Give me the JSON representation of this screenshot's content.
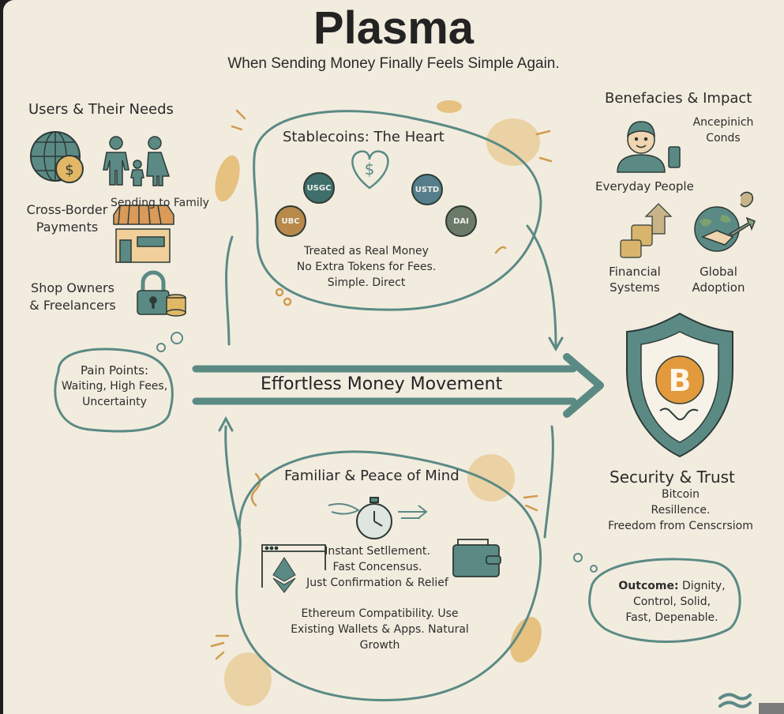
{
  "header": {
    "title": "Plasma",
    "subtitle": "When Sending Money Finally Feels Simple Again."
  },
  "users": {
    "heading": "Users & Their Needs",
    "items": [
      {
        "label_line1": "Cross-Border",
        "label_line2": "Payments",
        "icon": "globe-dollar-icon"
      },
      {
        "label": "Sending to Family",
        "icon": "family-icon"
      },
      {
        "label": "",
        "icon": "storefront-icon"
      },
      {
        "label_line1": "Shop Owners",
        "label_line2": "& Freelancers",
        "icon": "padlock-coins-icon"
      }
    ]
  },
  "pain_points": {
    "title": "Pain Points:",
    "line1": "Waiting, High Fees,",
    "line2": "Uncertainty"
  },
  "stablecoins": {
    "heading": "Stablecoins: The Heart",
    "coins": [
      {
        "label": "USGC",
        "color": "#3f6e6b"
      },
      {
        "label": "UBC",
        "color": "#b9894a"
      },
      {
        "label": "USTD",
        "color": "#567e8a"
      },
      {
        "label": "DAI",
        "color": "#6c7b69"
      }
    ],
    "line1": "Treated as Real Money",
    "line2": "No Extra Tokens for Fees.",
    "line3": "Simple. Direct"
  },
  "main_arrow": {
    "label": "Effortless Money Movement"
  },
  "familiar": {
    "heading": "Familiar & Peace of Mind",
    "line1": "Instant Setllement.",
    "line2": "Fast Concensus.",
    "line3": "Just Confirmation & Relief",
    "para1": "Ethereum Compatibility. Use",
    "para2": "Existing Wallets & Apps. Natural",
    "para3": "Growth"
  },
  "benefits": {
    "heading": "Benefacies & Impact",
    "note_line1": "Ancepinich",
    "note_line2": "Conds",
    "everyday": "Everyday People",
    "financial_line1": "Financial",
    "financial_line2": "Systems",
    "global_line1": "Global",
    "global_line2": "Adoption"
  },
  "security": {
    "heading": "Security & Trust",
    "line1": "Bitcoin",
    "line2": "Resillence.",
    "line3": "Freedom from Censcrsiom",
    "coin_symbol": "B"
  },
  "outcome": {
    "title": "Outcome:",
    "line1": "Dignity,",
    "line2": "Control, Solid,",
    "line3": "Fast, Depenable."
  },
  "colors": {
    "background": "#f2ecdf",
    "teal": "#5b8a85",
    "teal_dark": "#3f6e6b",
    "ochre": "#e2b766",
    "bitcoin": "#e39a3c"
  }
}
